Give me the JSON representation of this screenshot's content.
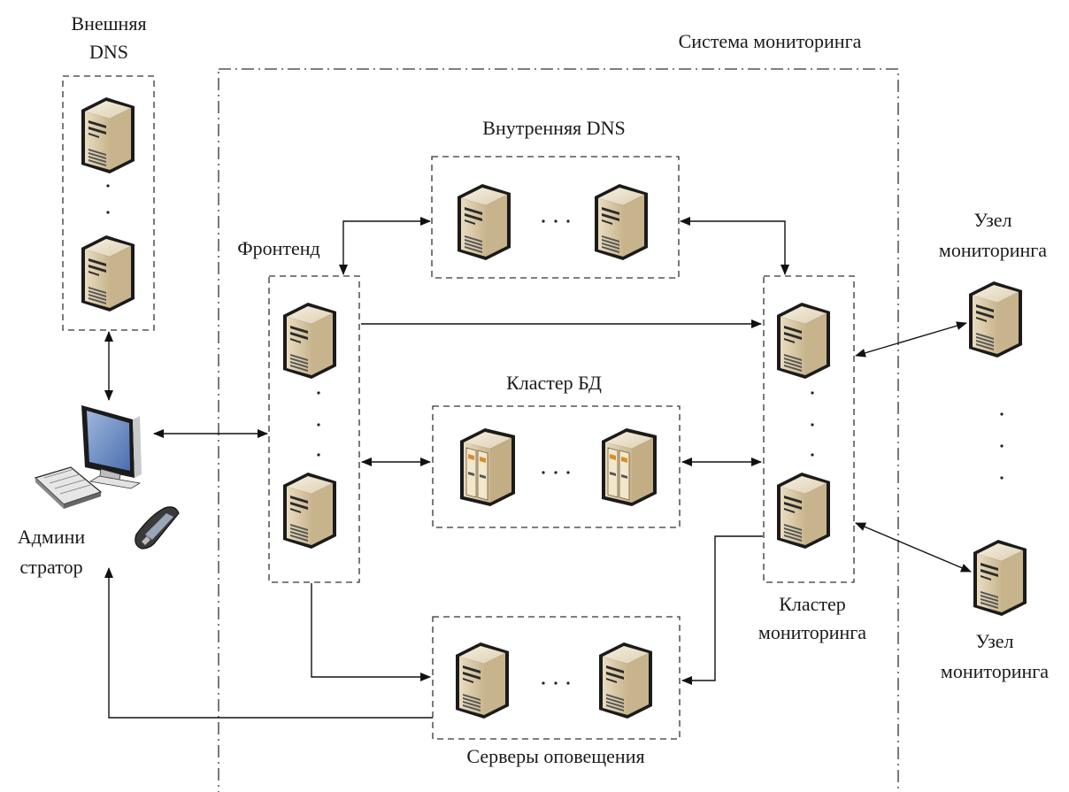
{
  "labels": {
    "system": "Система мониторинга",
    "ext_dns_line1": "Внешняя",
    "ext_dns_line2": "DNS",
    "int_dns": "Внутренняя DNS",
    "frontend": "Фронтенд",
    "db_cluster": "Кластер БД",
    "monitoring_cluster_line1": "Кластер",
    "monitoring_cluster_line2": "мониторинга",
    "notification_servers": "Серверы оповещения",
    "admin_line1": "Админи",
    "admin_line2": "стратор",
    "node1_line1": "Узел",
    "node1_line2": "мониторинга",
    "node2_line1": "Узел",
    "node2_line2": "мониторинга"
  },
  "icons": {
    "server": "server-tower-icon",
    "db_server": "database-server-icon",
    "workstation": "workstation-icon",
    "phone": "mobile-phone-icon"
  }
}
